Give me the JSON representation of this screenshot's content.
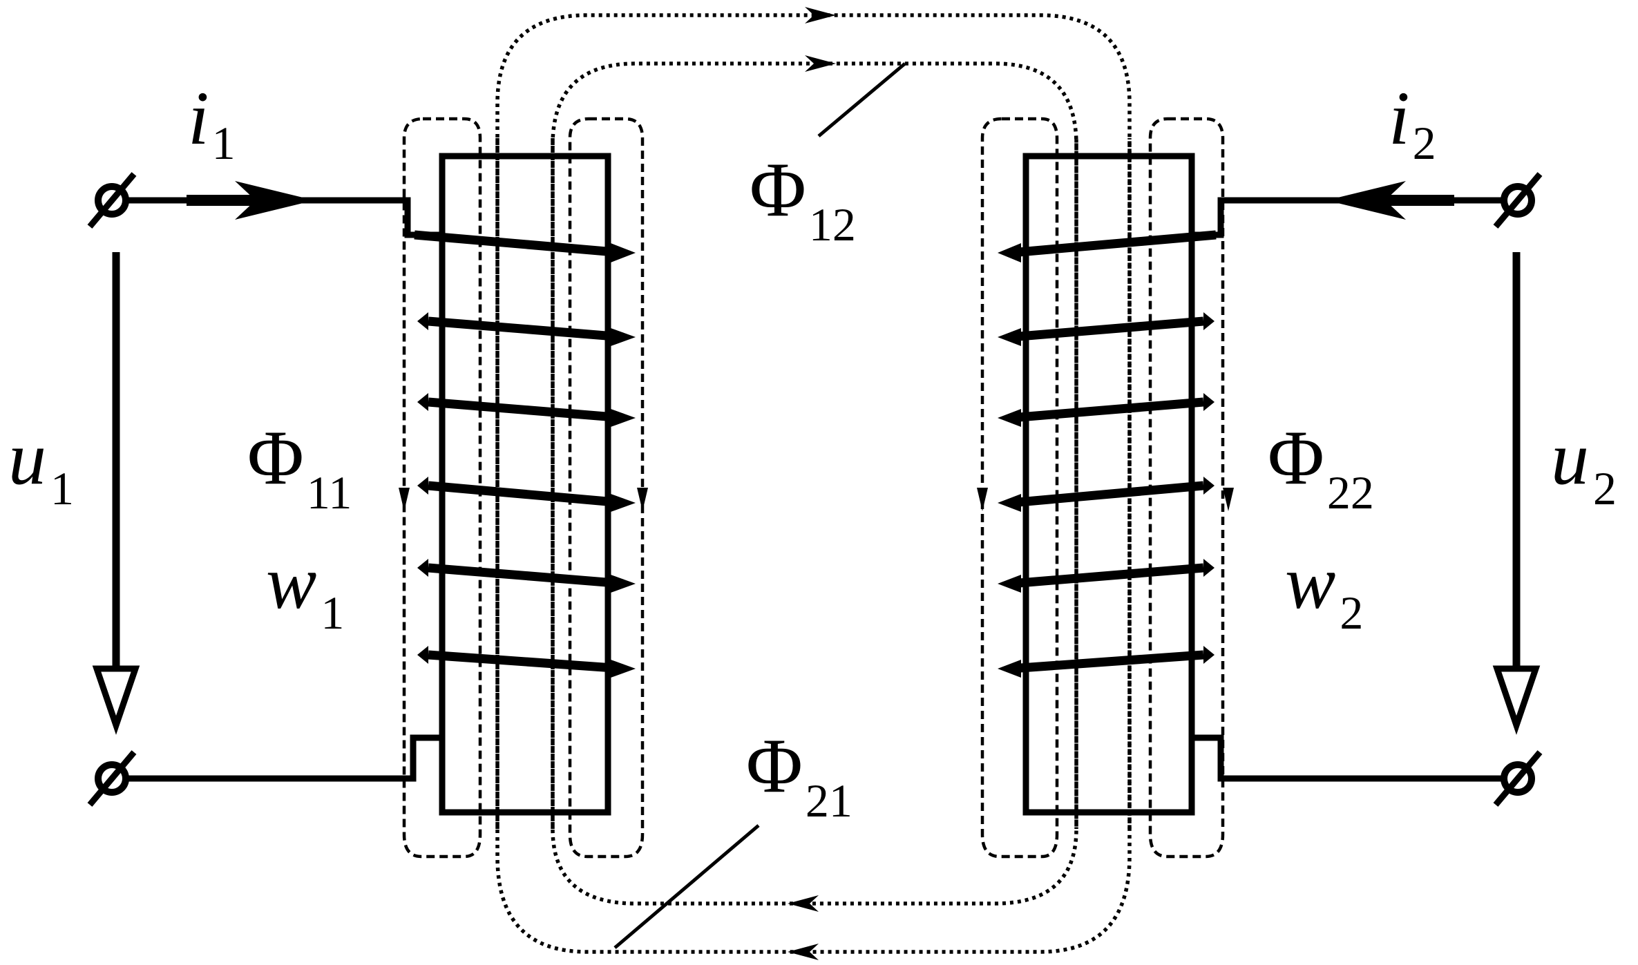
{
  "labels": {
    "i1": {
      "sym": "i",
      "sub": "1"
    },
    "i2": {
      "sym": "i",
      "sub": "2"
    },
    "u1": {
      "sym": "u",
      "sub": "1"
    },
    "u2": {
      "sym": "u",
      "sub": "2"
    },
    "w1": {
      "sym": "w",
      "sub": "1"
    },
    "w2": {
      "sym": "w",
      "sub": "2"
    },
    "phi11": {
      "sym": "Φ",
      "sub": "11"
    },
    "phi12": {
      "sym": "Φ",
      "sub": "12"
    },
    "phi21": {
      "sym": "Φ",
      "sub": "21"
    },
    "phi22": {
      "sym": "Φ",
      "sub": "22"
    }
  },
  "colors": {
    "ink": "#000000",
    "background": "#ffffff"
  }
}
